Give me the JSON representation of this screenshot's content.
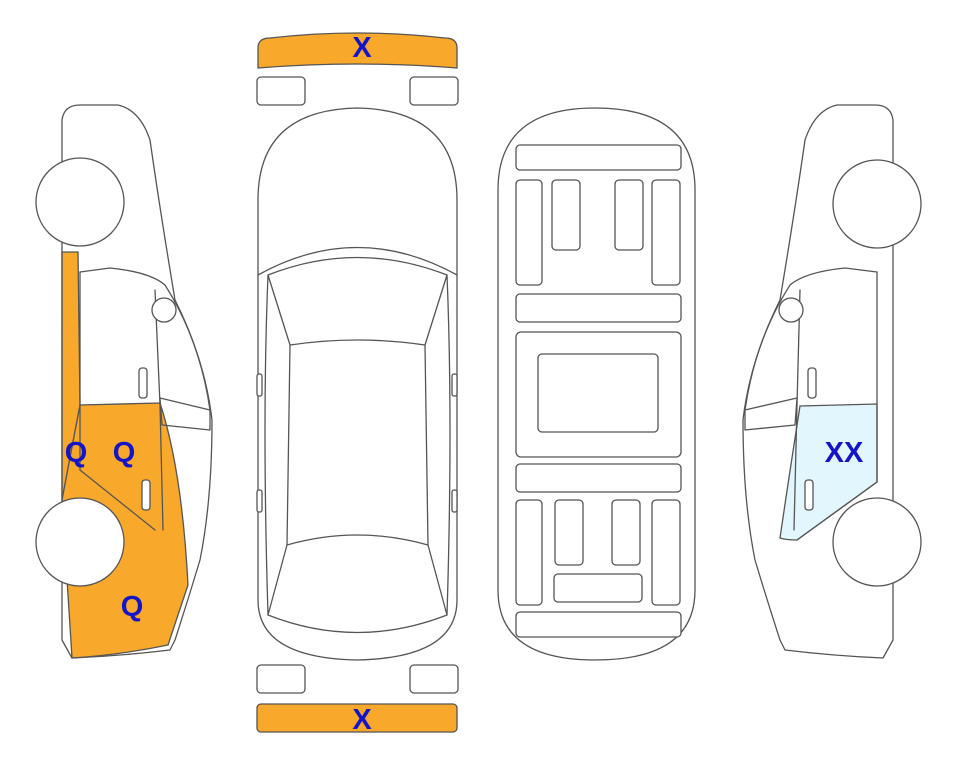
{
  "colors": {
    "damaged_fill": "#F8A82B",
    "repaired_fill": "#E2F6FD",
    "mark_color": "#1414C8",
    "outline": "#555555"
  },
  "marks": {
    "front_bumper": "X",
    "rear_bumper": "X",
    "left_side_upper": "Q",
    "left_side_door": "Q",
    "left_side_lower": "Q",
    "right_side_door": "XX"
  }
}
